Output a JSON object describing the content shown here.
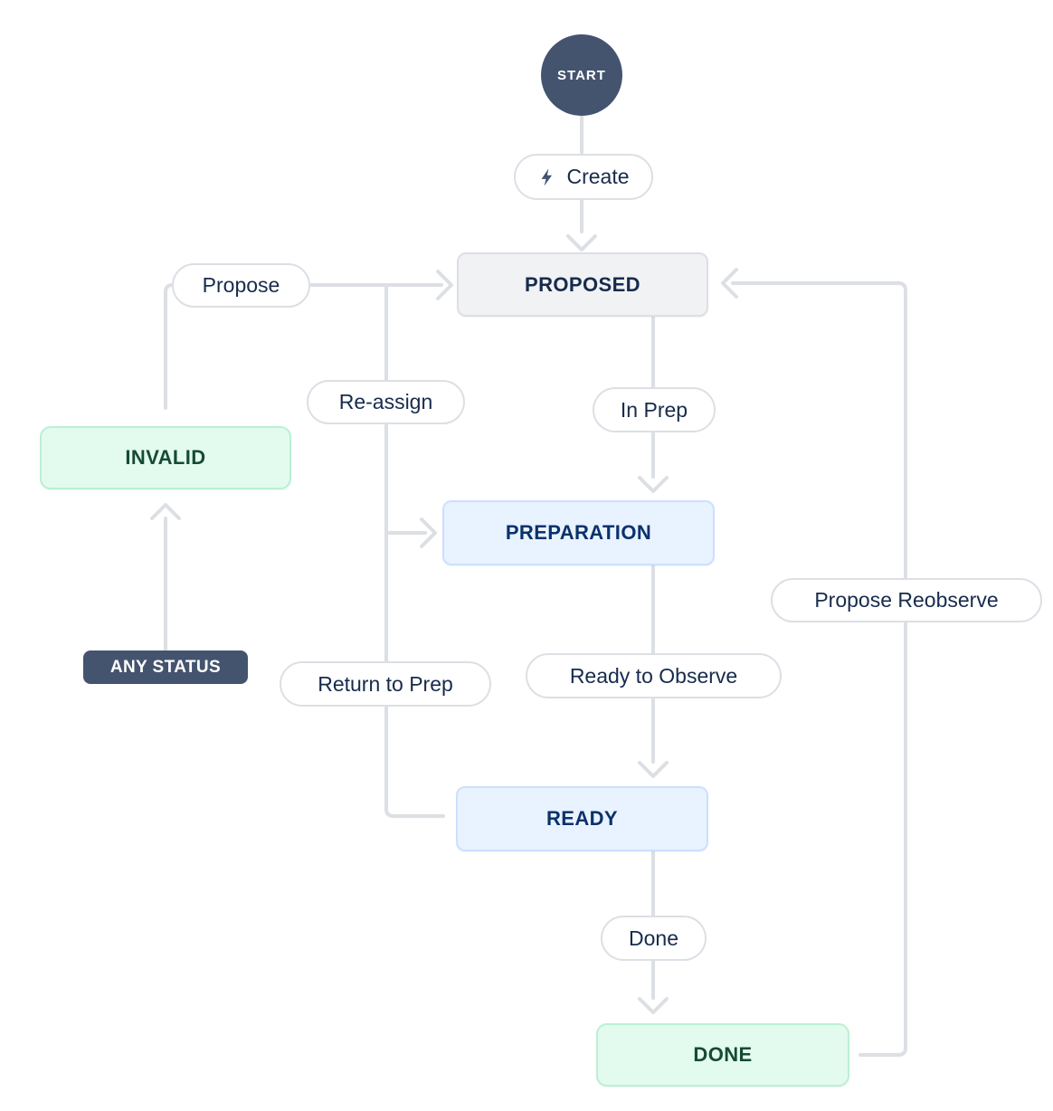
{
  "diagram": {
    "start_label": "START",
    "statuses": {
      "proposed": {
        "label": "PROPOSED",
        "bg": "#F1F2F4",
        "border": "#DCDFE4",
        "text": "#172B4D"
      },
      "invalid": {
        "label": "INVALID",
        "bg": "#E3FBEE",
        "border": "#BAF0D3",
        "text": "#164B35"
      },
      "preparation": {
        "label": "PREPARATION",
        "bg": "#E9F2FF",
        "border": "#CCE0FF",
        "text": "#09326C"
      },
      "ready": {
        "label": "READY",
        "bg": "#E9F2FF",
        "border": "#CCE0FF",
        "text": "#09326C"
      },
      "done": {
        "label": "DONE",
        "bg": "#E3FBEE",
        "border": "#BAF0D3",
        "text": "#164B35"
      },
      "any_status": {
        "label": "ANY STATUS",
        "bg": "#44546F",
        "text": "#FFFFFF"
      }
    },
    "transitions": {
      "create": {
        "label": "Create",
        "icon": "lightning-icon"
      },
      "propose": {
        "label": "Propose"
      },
      "reassign": {
        "label": "Re-assign"
      },
      "in_prep": {
        "label": "In Prep"
      },
      "return_to_prep": {
        "label": "Return to Prep"
      },
      "ready_to_observe": {
        "label": "Ready to Observe"
      },
      "done": {
        "label": "Done"
      },
      "propose_reobserve": {
        "label": "Propose Reobserve"
      }
    },
    "colors": {
      "connector_line": "#DCDFE4",
      "node_dark": "#44546F",
      "pill_text": "#172B4D"
    }
  }
}
